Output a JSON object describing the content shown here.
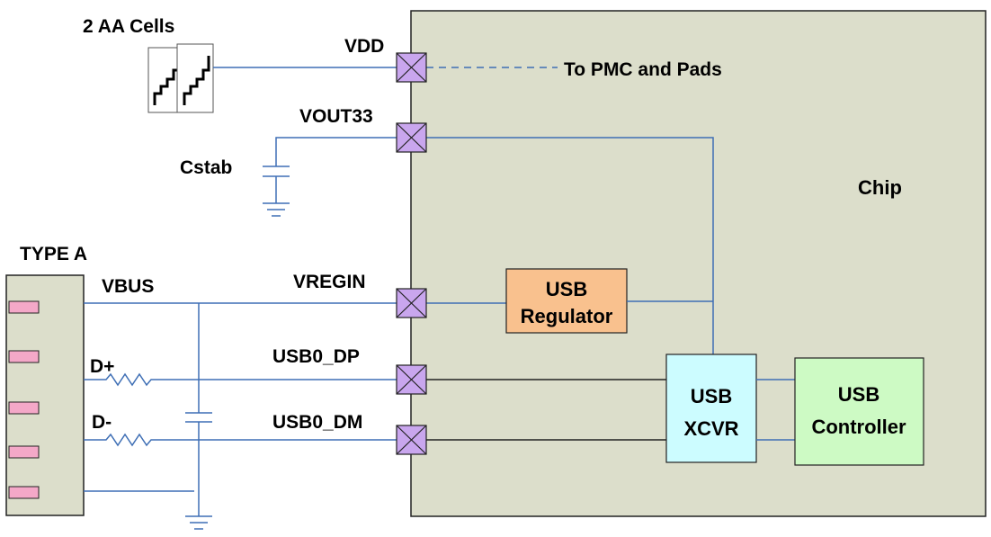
{
  "labels": {
    "batteries": "2 AA Cells",
    "vdd": "VDD",
    "to_pmc": "To PMC and Pads",
    "vout33": "VOUT33",
    "cstab": "Cstab",
    "chip": "Chip",
    "type_a": "TYPE A",
    "vbus": "VBUS",
    "vregin": "VREGIN",
    "d_plus": "D+",
    "d_minus": "D-",
    "usb0_dp": "USB0_DP",
    "usb0_dm": "USB0_DM"
  },
  "blocks": {
    "regulator": {
      "line1": "USB",
      "line2": "Regulator",
      "color": "#f9c18e"
    },
    "xcvr": {
      "line1": "USB",
      "line2": "XCVR",
      "color": "#ccfcff"
    },
    "controller": {
      "line1": "USB",
      "line2": "Controller",
      "color": "#cdfac4"
    }
  },
  "colors": {
    "chip_fill": "#dcdecb",
    "pad": "#c9a6ee",
    "connector_pin": "#f4a8c8",
    "wire": "#3f6fb5"
  }
}
